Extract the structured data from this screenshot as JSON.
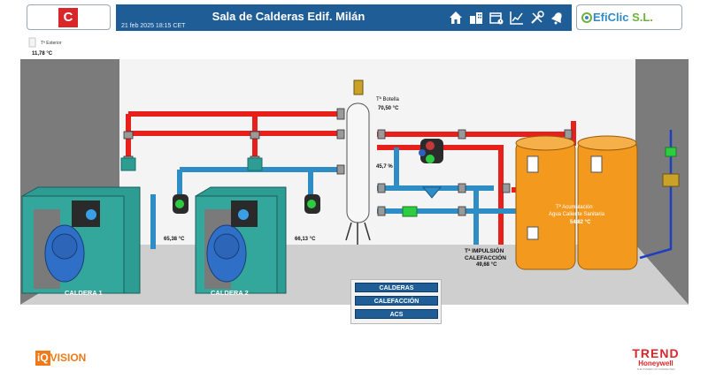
{
  "header": {
    "left_logo_mark": "C",
    "title": "Sala de Calderas Edif. Milán",
    "datetime": "21 feb 2025 18:15 CET",
    "nav_icons": [
      "home-icon",
      "building-icon",
      "calendar-icon",
      "trend-chart-icon",
      "tools-icon",
      "alarm-bell-icon"
    ],
    "right_logo": {
      "brand": "EfiClic",
      "suffix": " S.L."
    }
  },
  "outside": {
    "label": "Tª Exterior",
    "value": "11,78 °C"
  },
  "sensors": {
    "bottle_label": "Tª Botella",
    "bottle_value": "70,50 °C",
    "valve_percent": "45,7 %",
    "boiler1_return": "65,38 °C",
    "boiler2_return": "66,13 °C",
    "impulsion_label_1": "Tª IMPULSIÓN",
    "impulsion_label_2": "CALEFACCIÓN",
    "impulsion_value": "49,68 °C",
    "tank_label_1": "Tª Acumulación",
    "tank_label_2": "Agua Caliente Sanitaria",
    "tank_value": "54,82 °C"
  },
  "boilers": [
    {
      "label": "CALDERA 1"
    },
    {
      "label": "CALDERA 2"
    }
  ],
  "nav_buttons": [
    {
      "label": "CALDERAS"
    },
    {
      "label": "CALEFACCIÓN"
    },
    {
      "label": "ACS"
    }
  ],
  "footer": {
    "iq": "iQ",
    "vision": "VISION",
    "trend": "TREND",
    "honeywell": "Honeywell",
    "tagline": "THE POWER OF CONNECTED"
  },
  "colors": {
    "hot_pipe": "#e8201c",
    "cold_pipe": "#2f8dc6",
    "boiler_body": "#2d9c92",
    "tank": "#f39a1e",
    "header_bg": "#1f5d97"
  }
}
